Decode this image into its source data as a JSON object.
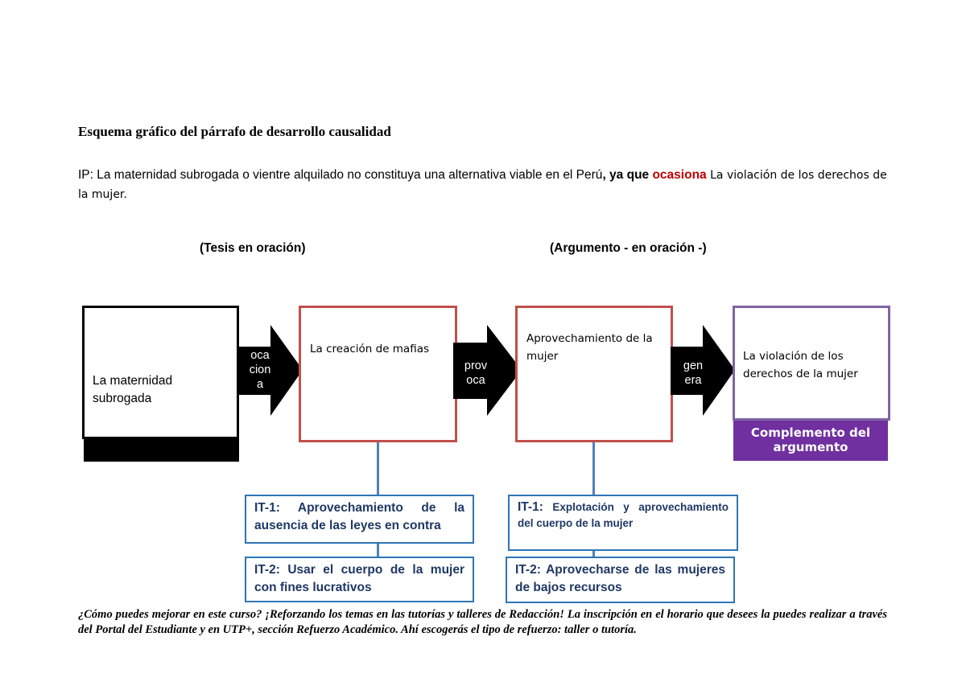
{
  "title": "Esquema gráfico del párrafo de desarrollo causalidad",
  "ip": {
    "part1": "IP: La maternidad subrogada o vientre alquilado no constituya una alternativa viable en el Perú",
    "part2": ", ya que ",
    "part3": "ocasiona",
    "part4": " La violación de los derechos de la mujer."
  },
  "headings": {
    "thesis": "(Tesis en oración)",
    "argument": "(Argumento - en oración -)"
  },
  "boxes": {
    "maternidad": "La maternidad subrogada",
    "mafias": "La creación de mafias",
    "aprovechamiento": "Aprovechamiento de la mujer",
    "violacion": "La violación de los derechos de la mujer"
  },
  "arrows": {
    "a1": [
      "oca",
      "cion",
      "a"
    ],
    "a2": [
      "prov",
      "oca"
    ],
    "a3": [
      "gen",
      "era"
    ]
  },
  "complemento": "Complemento del argumento",
  "it_left": {
    "it1_label": "IT-1:",
    "it1_text": " Aprovechamiento de la ausencia de las leyes en contra",
    "it2_label": "IT-2:",
    "it2_text": " Usar el cuerpo de la mujer con fines lucrativos"
  },
  "it_right": {
    "it1_label": "IT-1:",
    "it1_text": " Explotación y aprovechamiento del cuerpo de la mujer",
    "it2_label": "IT-2:",
    "it2_text": " Aprovecharse de las mujeres de bajos recursos"
  },
  "footer": "¿Cómo puedes mejorar en este curso? ¡Reforzando los temas en las tutorías y talleres de Redacción! La inscripción en el horario que desees la puedes realizar a través del Portal del Estudiante y en UTP+, sección Refuerzo Académico. Ahí escogerás el tipo de refuerzo: taller o tutoría."
}
